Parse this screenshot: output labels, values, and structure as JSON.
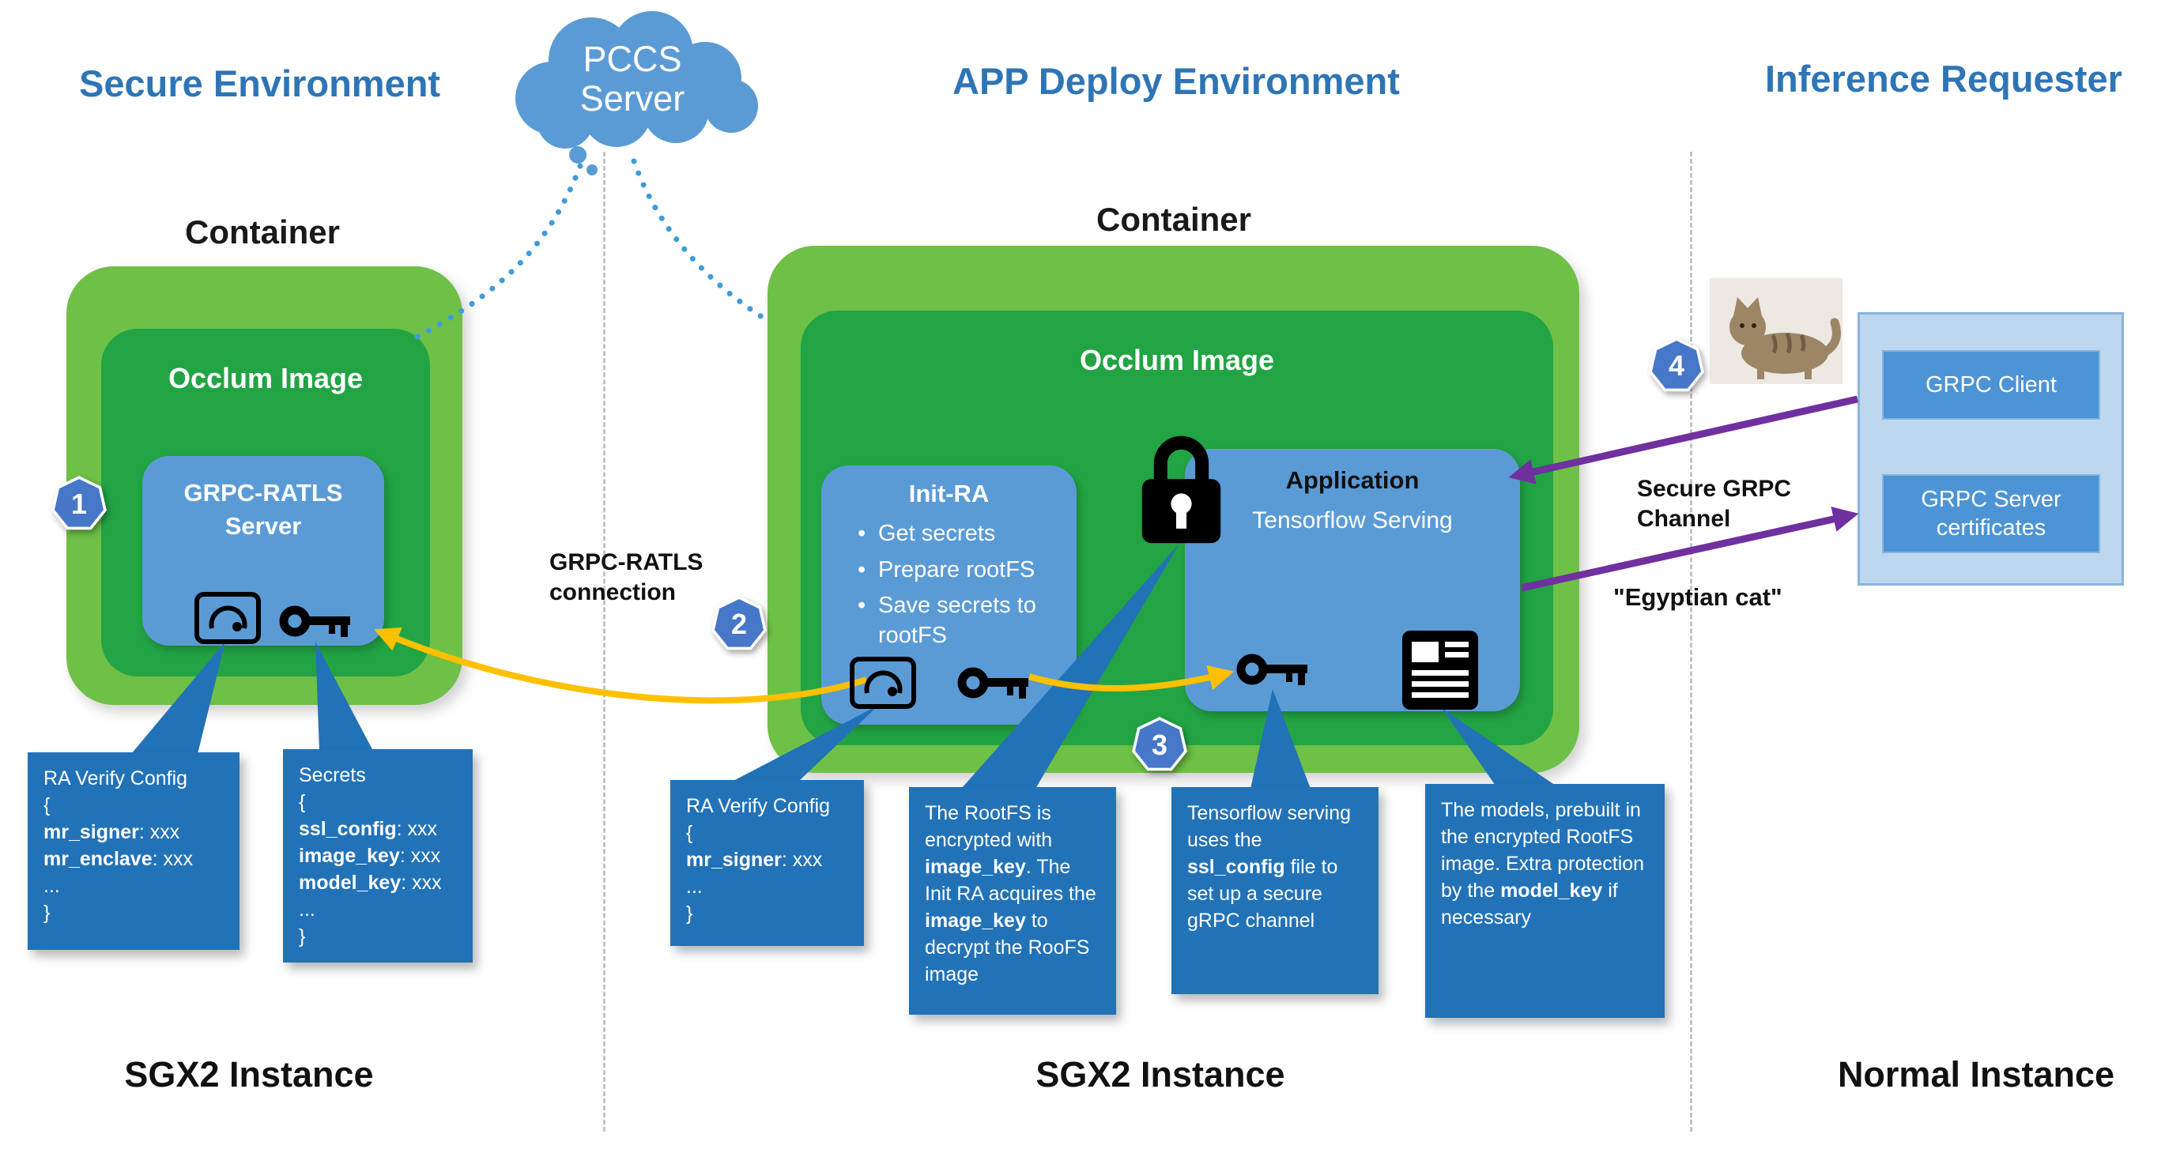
{
  "titles": {
    "secure_env": "Secure Environment",
    "app_deploy": "APP Deploy Environment",
    "inference": "Inference Requester"
  },
  "cloud": {
    "line1": "PCCS",
    "line2": "Server"
  },
  "badges": {
    "b1": "1",
    "b2": "2",
    "b3": "3",
    "b4": "4"
  },
  "left": {
    "container_label": "Container",
    "occlum_label": "Occlum Image",
    "server_box": "GRPC-RATLS Server",
    "instance_label": "SGX2 Instance"
  },
  "middle": {
    "container_label": "Container",
    "occlum_label": "Occlum Image",
    "init_ra_title": "Init-RA",
    "bullets": [
      "Get secrets",
      "Prepare rootFS",
      "Save secrets to rootFS"
    ],
    "app_title": "Application",
    "app_sub": "Tensorflow Serving",
    "ratls_line1": "GRPC-RATLS",
    "ratls_line2": "connection",
    "instance_label": "SGX2 Instance"
  },
  "right": {
    "grpc_client": "GRPC Client",
    "grpc_server": "GRPC Server certificates",
    "channel_line1": "Secure GRPC",
    "channel_line2": "Channel",
    "egyptian_cat": "\"Egyptian cat\"",
    "instance_label": "Normal Instance"
  },
  "callout_ra_left": {
    "title": "RA Verify Config",
    "brace_open": "{",
    "k1": "mr_signer",
    "r1": ": xxx",
    "k2": "mr_enclave",
    "r2": ": xxx",
    "dots": "...",
    "brace_close": "}"
  },
  "callout_secrets": {
    "title": "Secrets",
    "brace_open": "{",
    "k1": "ssl_config",
    "r1": ": xxx",
    "k2": "image_key",
    "r2": ": xxx",
    "k3": "model_key",
    "r3": ": xxx",
    "dots": "...",
    "brace_close": "}"
  },
  "callout_ra_mid": {
    "title": "RA Verify Config",
    "brace_open": "{",
    "k1": "mr_signer",
    "r1": ": xxx",
    "dots": "...",
    "brace_close": "}"
  },
  "callout_rootfs": {
    "p1": "The RootFS is encrypted with ",
    "b1": "image_key",
    "p2": ". The Init RA acquires the ",
    "b2": "image_key",
    "p3": " to decrypt the RooFS image"
  },
  "callout_tf": {
    "p1": "Tensorflow serving uses the ",
    "b1": "ssl_config",
    "p2": " file to set up a secure gRPC channel"
  },
  "callout_models": {
    "p1": "The models, prebuilt in the encrypted RootFS image. Extra protection by the ",
    "b1": "model_key",
    "p2": " if necessary"
  },
  "colors": {
    "title_blue": "#2E75B6",
    "green_outer": "#6EC046",
    "green_inner": "#22A444",
    "box_blue": "#5B9BD5",
    "callout_blue": "#2272B8",
    "badge_blue": "#4677C8",
    "arrow_yellow": "#FFC000",
    "arrow_purple": "#7030A0",
    "cloud_blue": "#5B9BD5",
    "panel_light_blue": "#BDD7EE"
  }
}
